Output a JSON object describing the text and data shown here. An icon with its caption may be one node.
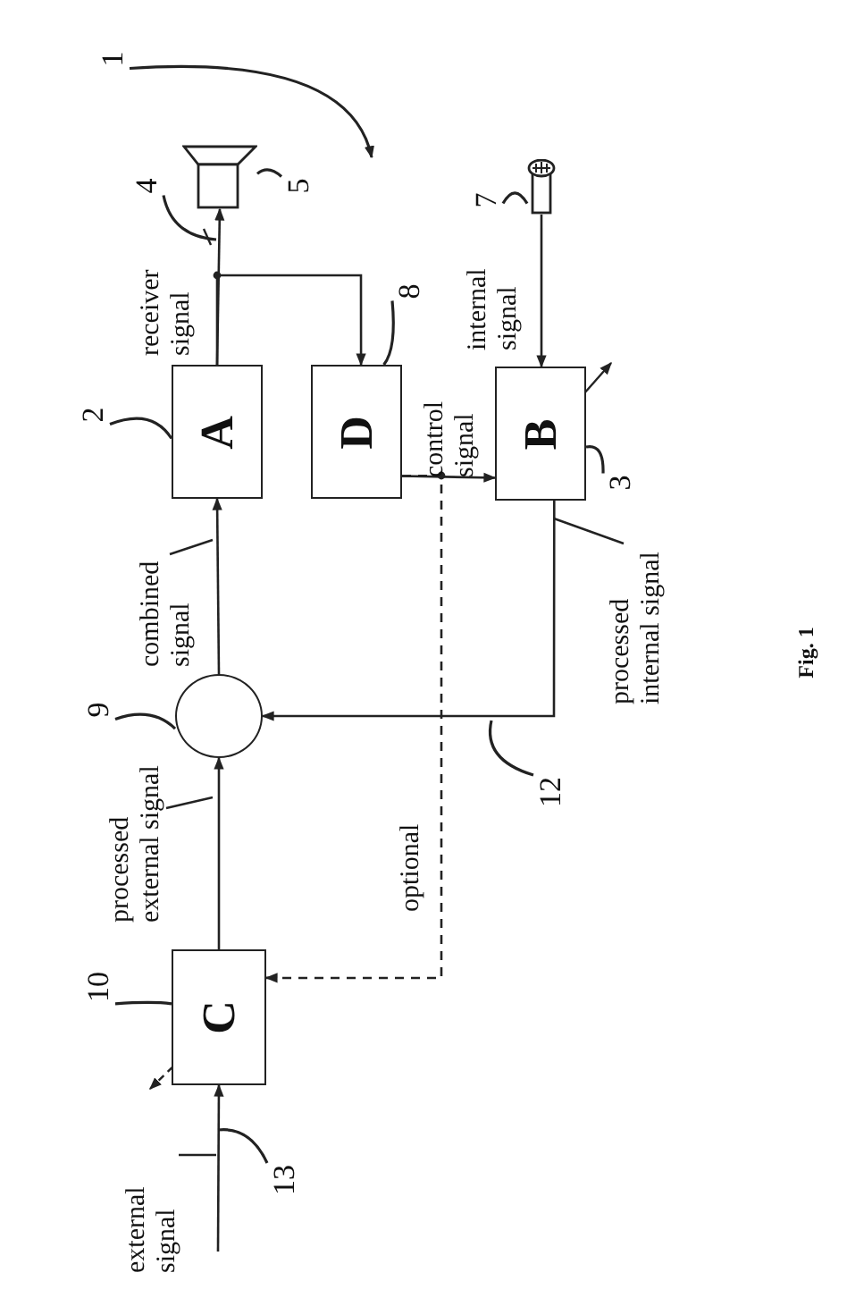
{
  "diagram": {
    "caption": "Fig. 1",
    "nodes": [
      {
        "text": [
          "A"
        ]
      },
      {
        "text": [
          "D"
        ]
      },
      {
        "text": [
          "B"
        ]
      },
      {
        "text": [
          "C"
        ]
      },
      {
        "text": [],
        "shape": "circle"
      },
      {
        "text": [],
        "shape": "speaker"
      },
      {
        "text": [],
        "shape": "microphone"
      },
      {
        "text": [
          "1"
        ]
      },
      {
        "text": [
          "2"
        ]
      },
      {
        "text": [
          "4"
        ]
      },
      {
        "text": [
          "5"
        ]
      },
      {
        "text": [
          "7"
        ]
      },
      {
        "text": [
          "8"
        ]
      },
      {
        "text": [
          "3"
        ]
      },
      {
        "text": [
          "9"
        ]
      },
      {
        "text": [
          "10"
        ]
      },
      {
        "text": [
          "12"
        ]
      },
      {
        "text": [
          "13"
        ]
      }
    ],
    "edges": [
      {
        "from": null,
        "to": 3,
        "arrow": "to"
      },
      {
        "from": 3,
        "to": 4,
        "arrow": "to"
      },
      {
        "from": 4,
        "to": 0,
        "arrow": "to"
      },
      {
        "from": 0,
        "to": 5,
        "arrow": "to"
      },
      {
        "from": 0,
        "to": 1,
        "arrow": "to"
      },
      {
        "from": 6,
        "to": 2,
        "arrow": "to"
      },
      {
        "from": 1,
        "to": 2,
        "arrow": "to"
      },
      {
        "from": 2,
        "to": 4,
        "arrow": "to"
      },
      {
        "from": 1,
        "to": 3,
        "arrow": "to",
        "style": "dashed"
      },
      {
        "from": 7,
        "to": null,
        "arrow": "to"
      },
      {
        "from": 8,
        "to": 0,
        "arrow": "none"
      },
      {
        "from": 9,
        "to": null,
        "arrow": "none"
      },
      {
        "from": 10,
        "to": 5,
        "arrow": "none"
      },
      {
        "from": 11,
        "to": 6,
        "arrow": "none"
      },
      {
        "from": 12,
        "to": 1,
        "arrow": "none"
      },
      {
        "from": 13,
        "to": 2,
        "arrow": "none"
      },
      {
        "from": 14,
        "to": 4,
        "arrow": "none"
      },
      {
        "from": 15,
        "to": 3,
        "arrow": "none"
      },
      {
        "from": 16,
        "to": null,
        "arrow": "none"
      },
      {
        "from": 17,
        "to": null,
        "arrow": "none"
      }
    ],
    "labels": [
      "receiver signal",
      "internal signal",
      "control signal",
      "combined signal",
      "processed internal signal",
      "processed external signal",
      "optional",
      "external signal"
    ]
  }
}
